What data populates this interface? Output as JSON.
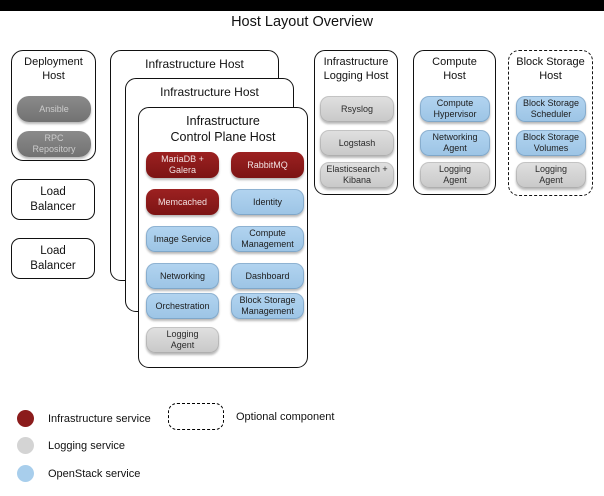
{
  "title": "Host Layout Overview",
  "colors": {
    "infra_service": "#8B1C1C",
    "logging_service": "#D4D4D4",
    "openstack_service": "#A8CEEC",
    "deployment_service": "#7C7C7C",
    "top_bar": "#000000"
  },
  "hosts": {
    "deployment": {
      "title": "Deployment\nHost",
      "services": [
        {
          "label": "Ansible",
          "type": "deployment"
        },
        {
          "label": "RPC\nRepository",
          "type": "deployment"
        }
      ]
    },
    "load_balancer_1": {
      "title": "Load\nBalancer"
    },
    "load_balancer_2": {
      "title": "Load\nBalancer"
    },
    "infrastructure_outer": {
      "title": "Infrastructure Host"
    },
    "infrastructure_middle": {
      "title": "Infrastructure Host"
    },
    "control_plane": {
      "title": "Infrastructure\nControl Plane Host",
      "services_left": [
        {
          "label": "MariaDB +\nGalera",
          "type": "infra"
        },
        {
          "label": "Memcached",
          "type": "infra"
        },
        {
          "label": "Image Service",
          "type": "openstack"
        },
        {
          "label": "Networking",
          "type": "openstack"
        },
        {
          "label": "Orchestration",
          "type": "openstack"
        },
        {
          "label": "Logging\nAgent",
          "type": "logging"
        }
      ],
      "services_right": [
        {
          "label": "RabbitMQ",
          "type": "infra"
        },
        {
          "label": "Identity",
          "type": "openstack"
        },
        {
          "label": "Compute\nManagement",
          "type": "openstack"
        },
        {
          "label": "Dashboard",
          "type": "openstack"
        },
        {
          "label": "Block Storage\nManagement",
          "type": "openstack"
        }
      ]
    },
    "logging": {
      "title": "Infrastructure\nLogging Host",
      "services": [
        {
          "label": "Rsyslog",
          "type": "logging"
        },
        {
          "label": "Logstash",
          "type": "logging"
        },
        {
          "label": "Elasticsearch +\nKibana",
          "type": "logging"
        }
      ]
    },
    "compute": {
      "title": "Compute\nHost",
      "services": [
        {
          "label": "Compute\nHypervisor",
          "type": "openstack"
        },
        {
          "label": "Networking\nAgent",
          "type": "openstack"
        },
        {
          "label": "Logging\nAgent",
          "type": "logging"
        }
      ]
    },
    "block_storage": {
      "title": "Block Storage\nHost",
      "services": [
        {
          "label": "Block Storage\nScheduler",
          "type": "openstack"
        },
        {
          "label": "Block Storage\nVolumes",
          "type": "openstack"
        },
        {
          "label": "Logging\nAgent",
          "type": "logging"
        }
      ]
    }
  },
  "legend": {
    "items": [
      {
        "label": "Infrastructure service",
        "swatch": "infra"
      },
      {
        "label": "Logging service",
        "swatch": "logging"
      },
      {
        "label": "OpenStack service",
        "swatch": "openstack"
      }
    ],
    "optional": {
      "label": "Optional component"
    }
  }
}
